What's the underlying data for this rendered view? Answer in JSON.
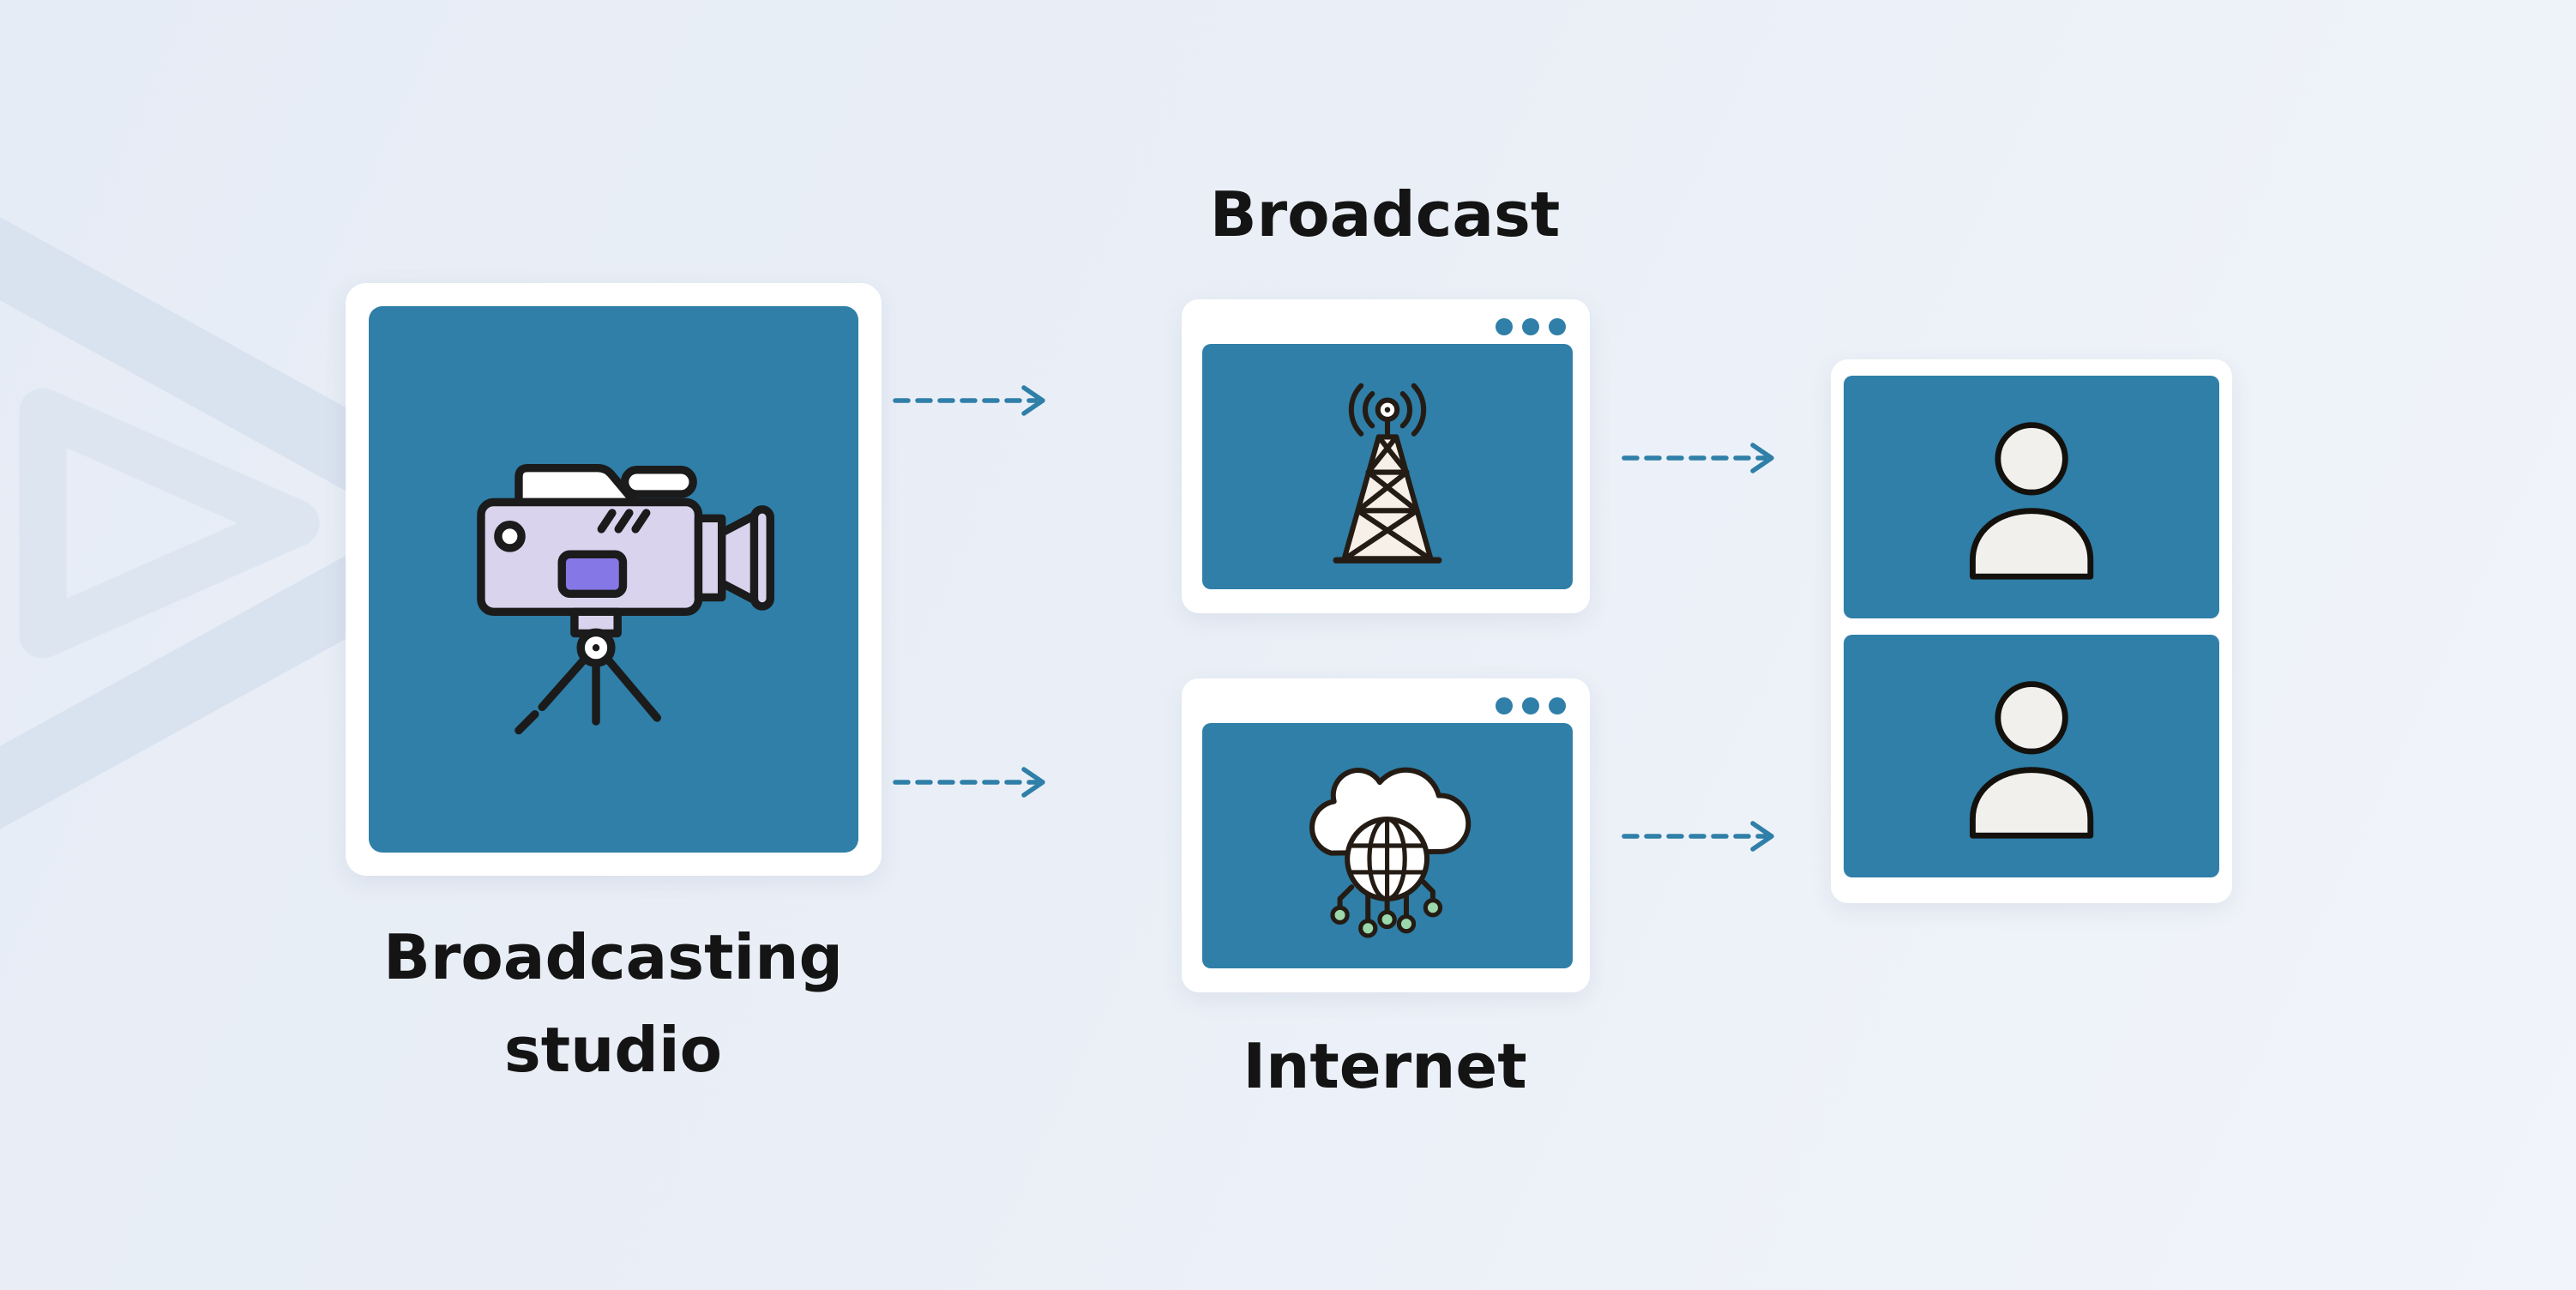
{
  "colors": {
    "background": "#eaeff7",
    "panel_blue": "#2f7fa8",
    "arrow": "#2f7fa8",
    "card": "#ffffff",
    "text": "#141414",
    "watermark": "#d9e2ef",
    "node_green": "#9bd8ab",
    "camera_lavender": "#d9d3ee",
    "camera_purple": "#8677e6"
  },
  "nodes": {
    "studio": {
      "label": "Broadcasting studio",
      "icon": "video-camera-icon"
    },
    "broadcast": {
      "label": "Broadcast",
      "icon": "broadcast-tower-icon",
      "window_dots": 3
    },
    "internet": {
      "label": "Internet",
      "icon": "internet-cloud-icon",
      "window_dots": 3
    },
    "viewers": {
      "icon": "person-icon",
      "screens": 2
    }
  },
  "connections": [
    {
      "from": "studio",
      "to": "broadcast",
      "style": "dashed-arrow"
    },
    {
      "from": "studio",
      "to": "internet",
      "style": "dashed-arrow"
    },
    {
      "from": "broadcast",
      "to": "viewers",
      "style": "dashed-arrow"
    },
    {
      "from": "internet",
      "to": "viewers",
      "style": "dashed-arrow"
    }
  ]
}
